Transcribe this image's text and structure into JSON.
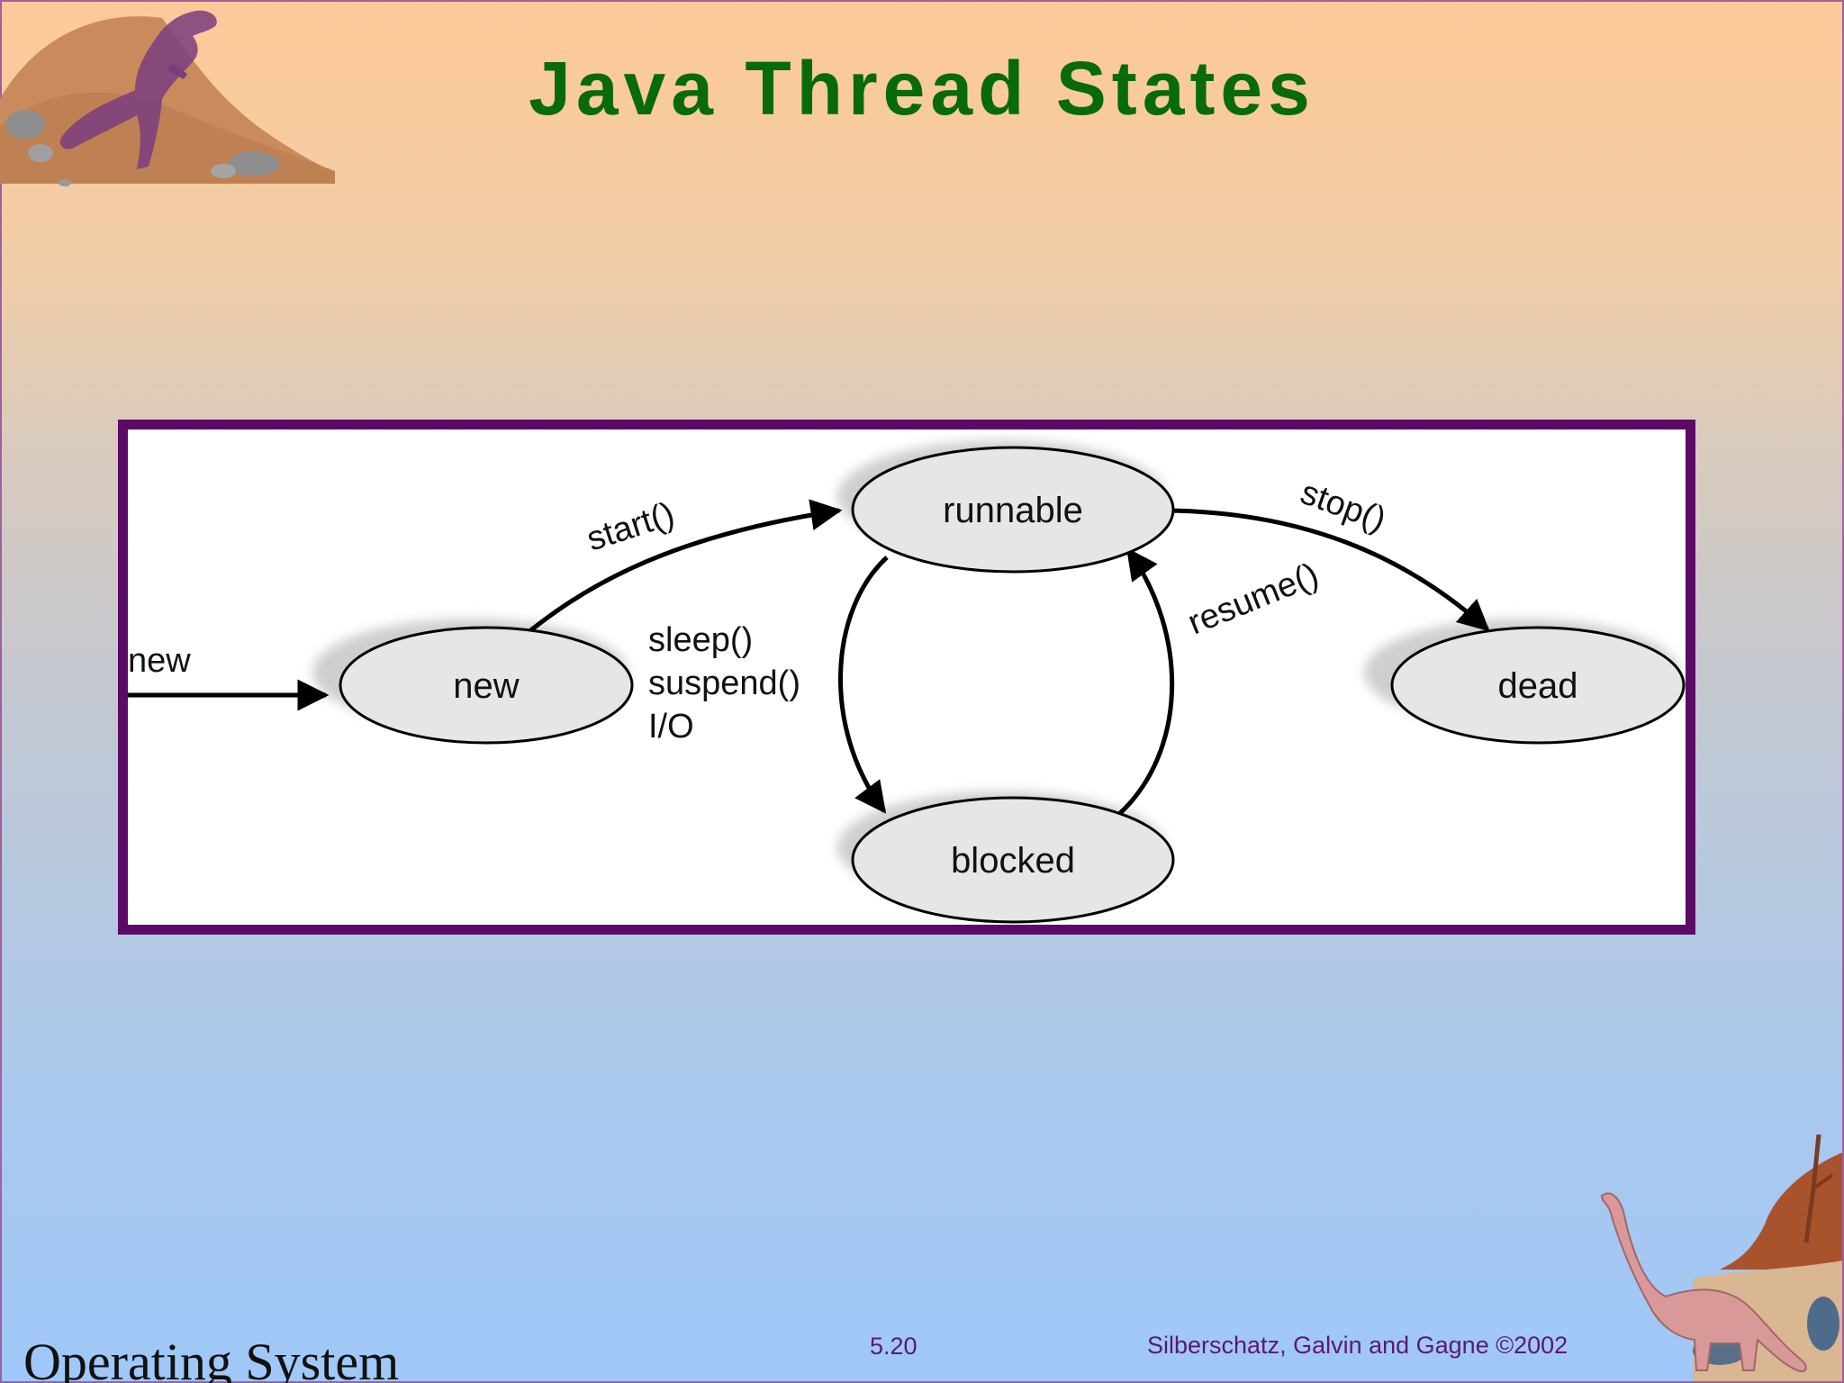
{
  "slide": {
    "title": "Java Thread States",
    "footer_left": "Operating System",
    "page_number": "5.20",
    "credit": "Silberschatz, Galvin and  Gagne ©2002"
  },
  "colors": {
    "title": "#076a0c",
    "frame": "#5c0a67",
    "footer_text": "#5c1a6a",
    "state_fill": "#e6e6e6"
  },
  "diagram": {
    "states": {
      "runnable": "runnable",
      "new": "new",
      "dead": "dead",
      "blocked": "blocked"
    },
    "edges": {
      "entry": "new",
      "start": "start()",
      "stop": "stop()",
      "resume": "resume()",
      "sleep": "sleep()",
      "suspend": "suspend()",
      "io": "I/O"
    }
  },
  "decorations": {
    "top_left": "t-rex-icon",
    "bottom_right": "brontosaurus-icon"
  }
}
